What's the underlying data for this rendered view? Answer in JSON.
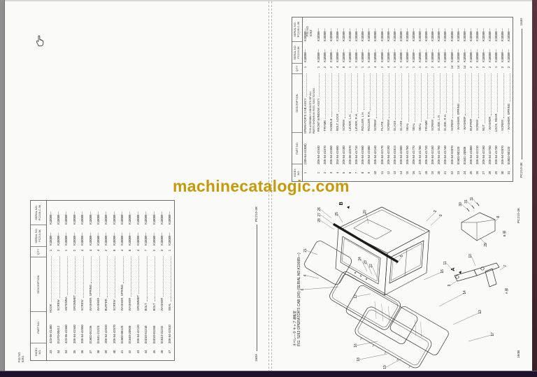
{
  "watermark": "machinecatalogic.com",
  "colors": {
    "watermark_gold": "#c49a08",
    "frame_dark": "#1d1228"
  },
  "left_page": {
    "fig_label": "FIG NO.\n5261",
    "footer_page": "160A",
    "footer_model": "PC210-3K",
    "table": {
      "headers": [
        "INDEX\nNO.",
        "PART NO.",
        "DESCRIPTION",
        "Q'TY",
        "SERIAL NO.\nPC210-3K",
        "SERIAL NO.\nPC210LC-3K"
      ],
      "serial": "K10089—",
      "rows": [
        [
          "33",
          "423-56-41480",
          "HOOK",
          "1"
        ],
        [
          "34",
          "01370-00412",
          "· SCREW",
          "2"
        ],
        [
          "34",
          "423-56-41560",
          "· ANTENNA",
          "1"
        ],
        [
          "35",
          "205-54-41540",
          "· GROMMET",
          "2"
        ],
        [
          "36",
          "205-54-42550",
          "· SCREW",
          "4"
        ],
        [
          "37",
          "01602-01236",
          "· WASHER, SPRING",
          "4"
        ],
        [
          "38",
          "01641-21223",
          "· WASHER",
          "4"
        ],
        [
          "39",
          "205-54-42520",
          "· BUFFER",
          "2"
        ],
        [
          "40",
          "205-54-42570",
          "· SCREW",
          "8"
        ],
        [
          "41",
          "01602-00120",
          "· WASHER, SPRING",
          "4"
        ],
        [
          "42",
          "01640-20508",
          "· WASHER",
          "8"
        ],
        [
          "43",
          "205-54-42120",
          "· GROMMET",
          "4"
        ],
        [
          "44",
          "01010-51240",
          "· BOLT",
          "7"
        ],
        [
          "45",
          "01010-81260",
          "· BOLT",
          "2"
        ],
        [
          "46",
          "01643-31232",
          "· WASHER",
          "3"
        ],
        [
          "47",
          "205-54-42510",
          "· SEAL",
          "1"
        ]
      ]
    }
  },
  "right_page": {
    "fig_label": "FIG NO.\n5263",
    "table_footer_model": "PC210-3K",
    "table_footer_page": "1630",
    "diagram_footer_model": "PC210-3K",
    "diagram_footer_page": "160B",
    "table": {
      "headers": [
        "INDEX\nNO.",
        "PART NO.",
        "DESCRIPTION",
        "Q'TY",
        "SERIAL NO.\nPC210-3K",
        "SERIAL NO.\nPC210LC-3K"
      ],
      "serial": "K10089—",
      "rows": [
        [
          "1",
          "(205-54-41300)",
          "OPERATOR'S CAB ASS'Y",
          "1"
        ],
        {
          "note": [
            "THIS ASSEMBLY CONSISTS OF ALL",
            "PARTS SHOWN IN FIGS. 5261 TO 5264"
          ]
        },
        [
          "1",
          "205-54-41540",
          "· FRONT WINDOW ASS'Y",
          "1"
        ],
        [
          "2",
          "205-54-41570",
          "·· FRAME",
          "2"
        ],
        [
          "3",
          "205-54-41550",
          "·· HANDLE",
          "2"
        ],
        [
          "4",
          "204-54-41690",
          "·· BOLT, LOCK",
          "4"
        ],
        [
          "5",
          "205-54-42180",
          "·· SCREW",
          "8"
        ],
        [
          "6",
          "205-56-42570",
          "·· LEVER, L.H.",
          "1"
        ],
        [
          "7",
          "205-54-41710",
          "·· LEVER, R.H.",
          "1"
        ],
        [
          "8",
          "205-54-41560",
          "·· ROLLER, L.H.",
          "1"
        ],
        [
          "9",
          "205-54-41580",
          "·· ROLLER, R.H.",
          "1"
        ],
        [
          "10",
          "205-54-42140",
          "·· SCREW",
          "4"
        ],
        [
          "11",
          "205-54-42170",
          "·· PLATE",
          "2"
        ],
        [
          "12",
          "205-54-42190",
          "·· SCREW",
          "4"
        ],
        [
          "13",
          "205-54-41813",
          "·· GLASS",
          "1"
        ],
        [
          "14",
          "205-54-42580",
          "·· GLASS",
          "1"
        ],
        [
          "15",
          "205-54-41750",
          "·· SEAL",
          "1"
        ],
        [
          "16",
          "205-54-41770",
          "·· SEAL",
          "1"
        ],
        [
          "17",
          "205-54-41760",
          "·· SEAL",
          "1"
        ],
        [
          "18",
          "205-54-41720",
          "·· FRAME",
          "1"
        ],
        [
          "19",
          "205-54-42150",
          "·· SCREW",
          "2"
        ],
        [
          "20",
          "205-54-41790",
          "·· GLIDE, L.H.",
          "1"
        ],
        [
          "21",
          "205-54-41740",
          "·· GLIDE, R.H.",
          "1"
        ],
        [
          "22",
          "205-54-42870",
          "·· SCREW",
          "14"
        ],
        [
          "23",
          "01602-00120",
          "··· WASHER, SPRING",
          "14"
        ],
        [
          "24",
          "01641-20508",
          "··· WASHER",
          "14"
        ],
        [
          "25",
          "205-54-41800",
          "·· BUFFER",
          "2"
        ],
        [
          "26",
          "205-54-42210",
          "·· SCREW",
          "2"
        ],
        [
          "27",
          "205-54-42160",
          "·· NUT",
          "2"
        ],
        [
          "28",
          "205-54-42750",
          "··· WASHER",
          "2"
        ],
        [
          "29",
          "205-54-41730",
          "· LOCK, REAR",
          "1"
        ],
        [
          "30",
          "205-54-42870",
          "·· SCREW",
          "2"
        ],
        [
          "31",
          "01802-00120",
          "··· WASHER, SPRING",
          "2"
        ]
      ]
    },
    "diagram": {
      "title_jp": "オペレータ キャブ 運転室",
      "title_en": "FIG. 5263 OPERATOR'S CAB (2/6) (SERIAL NO.K10089—)",
      "section_a_label": "A 部",
      "section_b_label": "B 部",
      "view_markers": [
        "A",
        "B"
      ],
      "callouts": [
        "2",
        "3",
        "4",
        "5",
        "6",
        "8",
        "7",
        "9",
        "10",
        "11",
        "12",
        "13",
        "14",
        "15",
        "16",
        "17",
        "18",
        "19",
        "20",
        "21",
        "22",
        "23",
        "24",
        "25",
        "26",
        "27",
        "28",
        "29",
        "30",
        "31",
        "32"
      ]
    }
  }
}
